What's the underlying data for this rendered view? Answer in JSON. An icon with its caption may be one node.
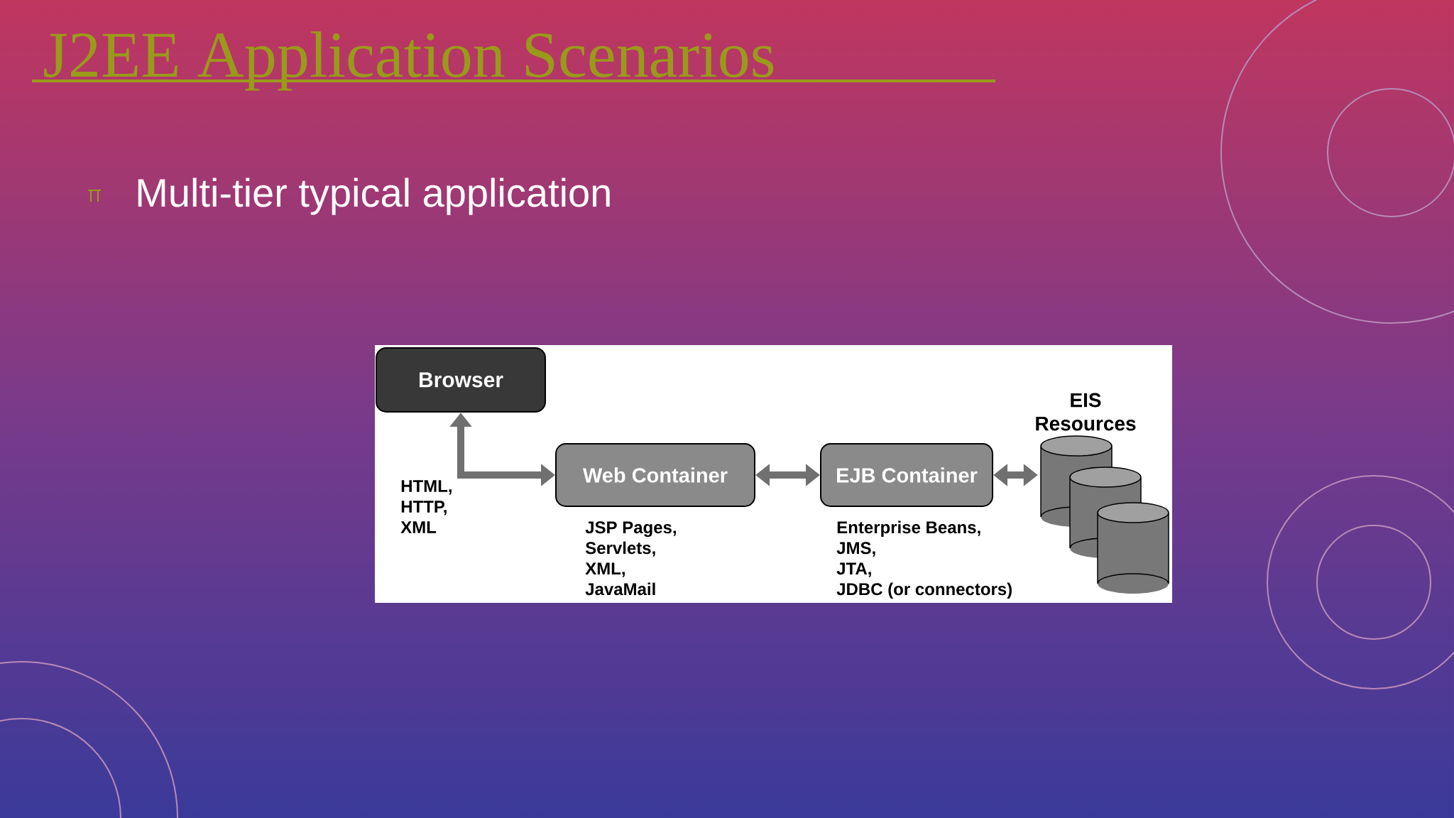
{
  "diagram": {
    "title": "J2EE Application Scenarios",
    "nodes": [
      {
        "text": [
          "Browser"
        ]
      },
      {
        "text": [
          "Web Container"
        ],
        "beside": [
          "JSP Pages,",
          "Servlets,",
          "XML,",
          "JavaMail"
        ]
      },
      {
        "text": [
          "EJB Container"
        ],
        "beside": [
          "Enterprise Beans,",
          "JMS,",
          "JTA,",
          "JDBC (or connectors)"
        ]
      },
      {
        "text": [
          "EIS Resources"
        ]
      }
    ],
    "edges": [
      {
        "from": 0,
        "to": 1,
        "arrow": "both",
        "label": "HTML, HTTP, XML"
      },
      {
        "from": 1,
        "to": 2,
        "arrow": "both"
      },
      {
        "from": 2,
        "to": 3,
        "arrow": "both"
      }
    ],
    "labels": [
      "Multi-tier typical application"
    ]
  }
}
